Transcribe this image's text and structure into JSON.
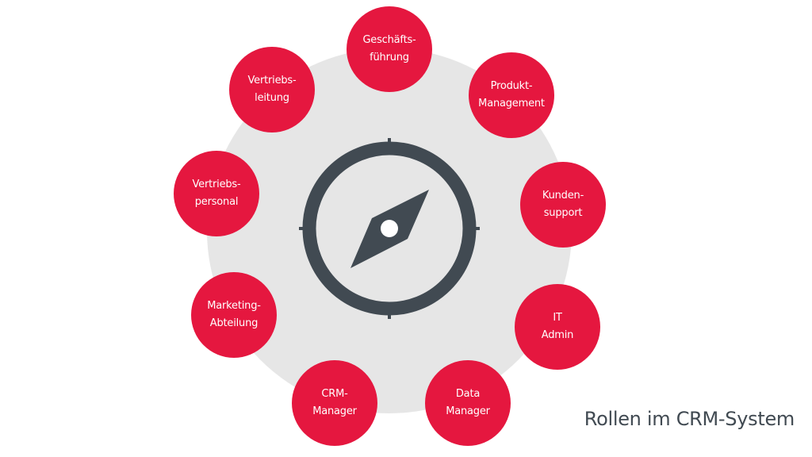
{
  "diagram": {
    "roles": [
      {
        "label": "Geschäfts-\nführung"
      },
      {
        "label": "Produkt-\nManagement"
      },
      {
        "label": "Kunden-\nsupport"
      },
      {
        "label": "IT\nAdmin"
      },
      {
        "label": "Data\nManager"
      },
      {
        "label": "CRM-\nManager"
      },
      {
        "label": "Marketing-\nAbteilung"
      },
      {
        "label": "Vertriebs-\npersonal"
      },
      {
        "label": "Vertriebs-\nleitung"
      }
    ],
    "caption": "Rollen im CRM-System"
  },
  "colors": {
    "accent": "#e5173f",
    "compass": "#414a52",
    "ring_background": "#e6e6e6",
    "label_text": "#ffffff"
  },
  "icons": {
    "center": "compass-icon"
  }
}
